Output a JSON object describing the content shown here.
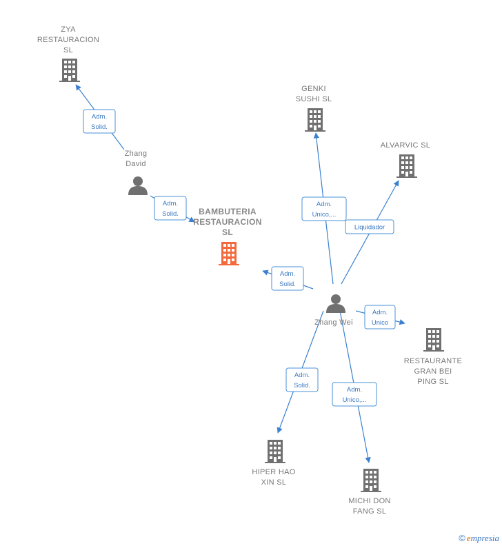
{
  "colors": {
    "edge": "#3a80d0",
    "node_company": "#707070",
    "node_main": "#f26a3d",
    "node_person": "#707070"
  },
  "nodes": [
    {
      "id": "zya",
      "type": "company",
      "lines": [
        "ZYA",
        "RESTAURACION",
        "SL"
      ],
      "icon": "building-icon"
    },
    {
      "id": "zhang_david",
      "type": "person",
      "lines": [
        "Zhang",
        "David"
      ],
      "icon": "person-icon"
    },
    {
      "id": "bambuteria",
      "type": "company-main",
      "lines": [
        "BAMBUTERIA",
        "RESTAURACION",
        "SL"
      ],
      "icon": "building-icon"
    },
    {
      "id": "genki",
      "type": "company",
      "lines": [
        "GENKI",
        "SUSHI  SL"
      ],
      "icon": "building-icon"
    },
    {
      "id": "alvarvic",
      "type": "company",
      "lines": [
        "ALVARVIC  SL"
      ],
      "icon": "building-icon"
    },
    {
      "id": "zhang_wei",
      "type": "person",
      "lines": [
        "Zhang Wei"
      ],
      "icon": "person-icon"
    },
    {
      "id": "restaurante",
      "type": "company",
      "lines": [
        "RESTAURANTE",
        "GRAN BEI",
        "PING SL"
      ],
      "icon": "building-icon"
    },
    {
      "id": "hiper",
      "type": "company",
      "lines": [
        "HIPER HAO",
        "XIN  SL"
      ],
      "icon": "building-icon"
    },
    {
      "id": "michi",
      "type": "company",
      "lines": [
        "MICHI DON",
        "FANG  SL"
      ],
      "icon": "building-icon"
    }
  ],
  "edges": [
    {
      "from": "zhang_david",
      "to": "zya",
      "label": [
        "Adm.",
        "Solid."
      ]
    },
    {
      "from": "zhang_david",
      "to": "bambuteria",
      "label": [
        "Adm.",
        "Solid."
      ]
    },
    {
      "from": "zhang_wei",
      "to": "genki",
      "label": [
        "Adm.",
        "Unico,..."
      ]
    },
    {
      "from": "zhang_wei",
      "to": "alvarvic",
      "label": [
        "Liquidador"
      ]
    },
    {
      "from": "zhang_wei",
      "to": "bambuteria",
      "label": [
        "Adm.",
        "Solid."
      ]
    },
    {
      "from": "zhang_wei",
      "to": "restaurante",
      "label": [
        "Adm.",
        "Unico"
      ]
    },
    {
      "from": "zhang_wei",
      "to": "hiper",
      "label": [
        "Adm.",
        "Solid."
      ]
    },
    {
      "from": "zhang_wei",
      "to": "michi",
      "label": [
        "Adm.",
        "Unico,..."
      ]
    }
  ],
  "footer": {
    "copyright": "©",
    "brand_initial": "e",
    "brand_rest": "mpresia"
  }
}
